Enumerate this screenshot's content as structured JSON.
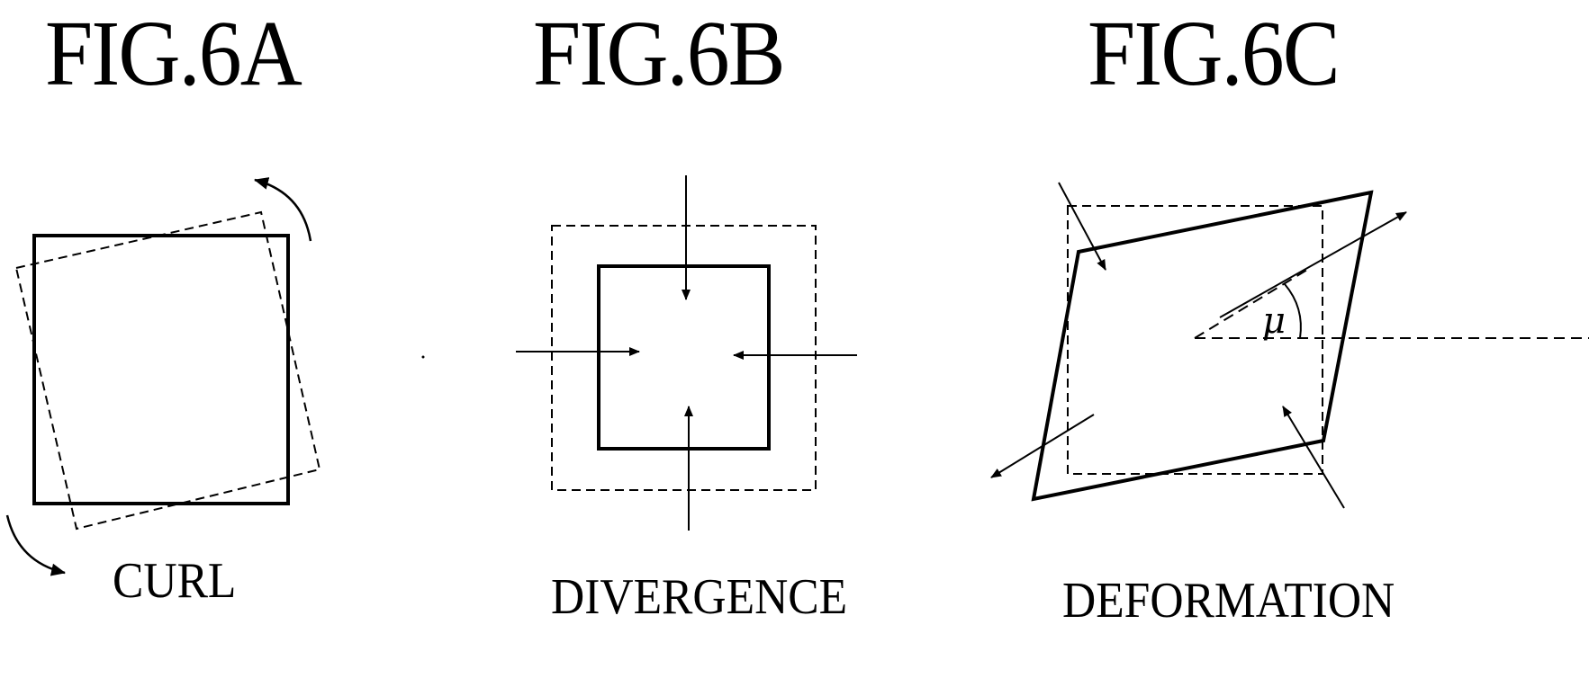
{
  "figures": [
    {
      "id": "6a",
      "title": "FIG.6A",
      "caption": "CURL"
    },
    {
      "id": "6b",
      "title": "FIG.6B",
      "caption": "DIVERGENCE"
    },
    {
      "id": "6c",
      "title": "FIG.6C",
      "caption": "DEFORMATION",
      "angle_label": "μ"
    }
  ]
}
